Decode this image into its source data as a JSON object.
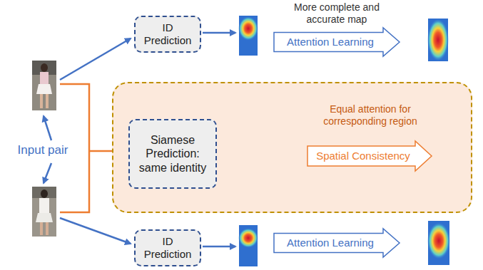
{
  "diagram": {
    "nodes": [
      {
        "text": [
          "ID Prediction"
        ]
      },
      {
        "text": [
          "Attention Learning"
        ]
      },
      {
        "text": [
          "Equal attention for corresponding region"
        ]
      },
      {
        "text": [
          "Siamese Prediction: same identity"
        ],
        "in": 2
      },
      {
        "text": [
          "Spatial Consistency"
        ],
        "in": 2
      },
      {
        "text": [
          "ID Prediction"
        ]
      },
      {
        "text": [
          "Attention Learning"
        ]
      }
    ],
    "labels": [
      "More complete and accurate map",
      "Input pair"
    ]
  }
}
